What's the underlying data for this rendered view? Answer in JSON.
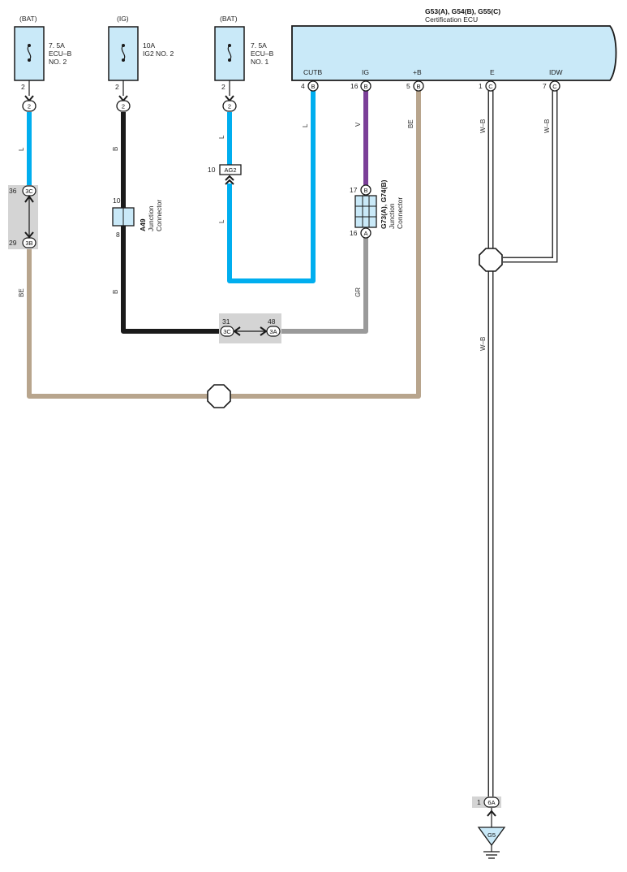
{
  "colors": {
    "L": "#00aeef",
    "B": "#1a1a1a",
    "V": "#7b3f98",
    "BE": "#b8a58d",
    "GR": "#9a9a9a",
    "WB_fill": "#ffffff",
    "WB_stroke": "#333333",
    "component_fill": "#c9e9f8",
    "connector_shade": "#d4d4d4"
  },
  "ecu": {
    "title": "G53(A), G54(B), G55(C)",
    "subtitle": "Certification ECU"
  },
  "fuses": [
    {
      "source": "(BAT)",
      "rating": "7. 5A",
      "name_l1": "ECU–B",
      "name_l2": "NO. 2",
      "pin": "2",
      "conn": "2"
    },
    {
      "source": "(IG)",
      "rating": "10A",
      "name_l1": "IG2 NO. 2",
      "name_l2": "",
      "pin": "2",
      "conn": "2"
    },
    {
      "source": "(BAT)",
      "rating": "7. 5A",
      "name_l1": "ECU–B",
      "name_l2": "NO. 1",
      "pin": "2",
      "conn": "2"
    }
  ],
  "ecu_pins": [
    {
      "label": "CUTB",
      "num": "4",
      "conn": "B"
    },
    {
      "label": "IG",
      "num": "16",
      "conn": "B"
    },
    {
      "label": "+B",
      "num": "5",
      "conn": "B"
    },
    {
      "label": "E",
      "num": "1",
      "conn": "C"
    },
    {
      "label": "IDW",
      "num": "7",
      "conn": "C"
    }
  ],
  "wire_labels": {
    "l1": "L",
    "b1": "B",
    "l3": "L",
    "l3b": "L",
    "l4": "L",
    "v": "V",
    "be5": "BE",
    "wb1": "W–B",
    "wb7": "W–B",
    "be_left": "BE",
    "b_low": "B",
    "gr": "GR",
    "wb_low": "W–B"
  },
  "inline_left": {
    "top_num": "36",
    "top_conn": "3C",
    "bot_num": "29",
    "bot_conn": "3B"
  },
  "a49": {
    "name": "A49",
    "desc_l1": "Junction",
    "desc_l2": "Connector",
    "top_num": "10",
    "bot_num": "8"
  },
  "ag2": {
    "num": "10",
    "conn": "AG2"
  },
  "g73": {
    "name": "G73(A), G74(B)",
    "desc_l1": "Junction",
    "desc_l2": "Connector",
    "top_num": "17",
    "top_conn": "B",
    "bot_num": "16",
    "bot_conn": "A"
  },
  "inline_bottom": {
    "left_num": "31",
    "left_conn": "3C",
    "right_num": "48",
    "right_conn": "3A"
  },
  "ground": {
    "num": "1",
    "conn": "6A",
    "name": "G5"
  }
}
